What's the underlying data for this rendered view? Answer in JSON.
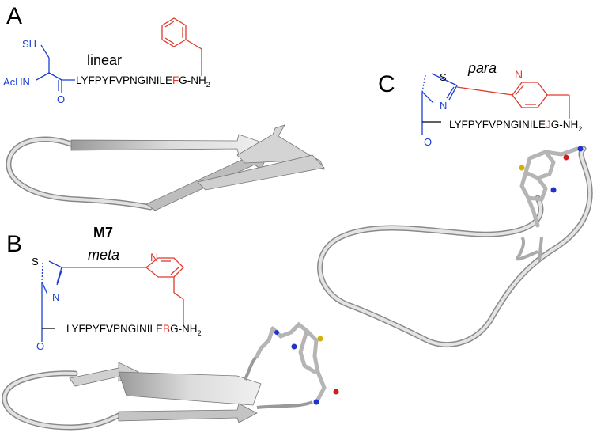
{
  "panels": {
    "a": {
      "letter": "A",
      "label": "linear",
      "sh": "SH",
      "achn": "AcHN",
      "o": "O",
      "sequence": "LYFPYFVPNGINILE",
      "special_residue": "F",
      "tail": "G-NH",
      "tail_sub": "2"
    },
    "b": {
      "letter": "B",
      "name": "M7",
      "label": "meta",
      "s": "S",
      "n_ring": "N",
      "n_pyr": "N",
      "o": "O",
      "sequence": "LYFPYFVPNGINILE",
      "special_residue": "B",
      "tail": "G-NH",
      "tail_sub": "2"
    },
    "c": {
      "letter": "C",
      "label": "para",
      "s": "S",
      "n_ring": "N",
      "n_pyr": "N",
      "o": "O",
      "sequence": "LYFPYFVPNGINILE",
      "special_residue": "J",
      "tail": "G-NH",
      "tail_sub": "2"
    }
  },
  "colors": {
    "cysteine_blue": "#1a3fd6",
    "linker_red": "#e0392b",
    "ribbon_gray": "#c8c8c8"
  }
}
